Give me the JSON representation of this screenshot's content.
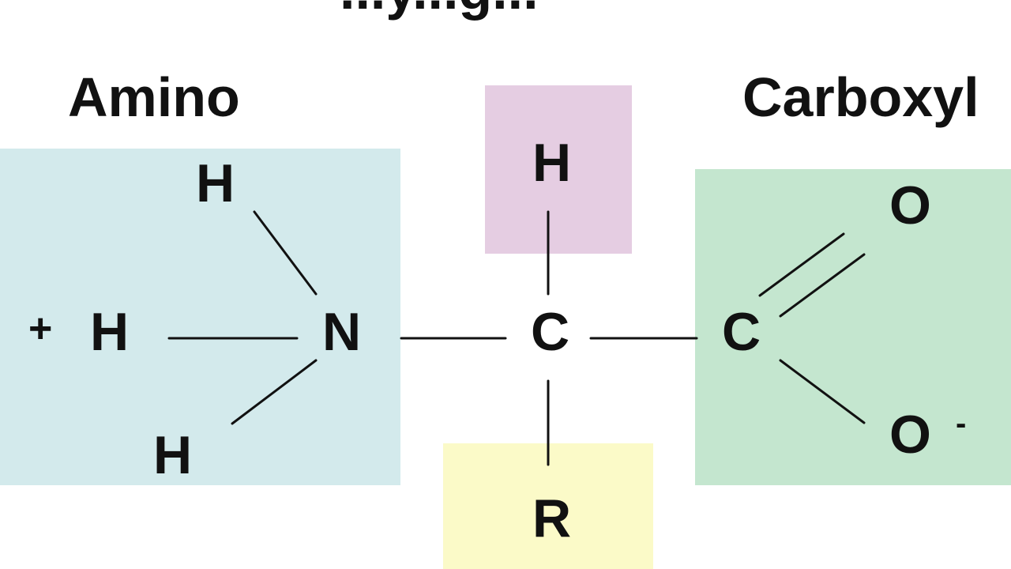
{
  "colors": {
    "amino_box": "#d3eaec",
    "h_box": "#e5cde2",
    "r_box": "#fbfac8",
    "carboxyl_box": "#c4e6cf",
    "text": "#111111",
    "bond": "#111111"
  },
  "labels": {
    "title_fragment": "...y...g...",
    "amino": "Amino",
    "carboxyl": "Carboxyl"
  },
  "atoms": {
    "amino_h_top": "H",
    "amino_h_left": "H",
    "amino_h_bottom": "H",
    "amino_charge": "+",
    "nitrogen": "N",
    "alpha_carbon": "C",
    "alpha_h": "H",
    "r_group": "R",
    "carboxyl_carbon": "C",
    "oxygen_double": "O",
    "oxygen_single": "O",
    "oxygen_charge": "-"
  }
}
